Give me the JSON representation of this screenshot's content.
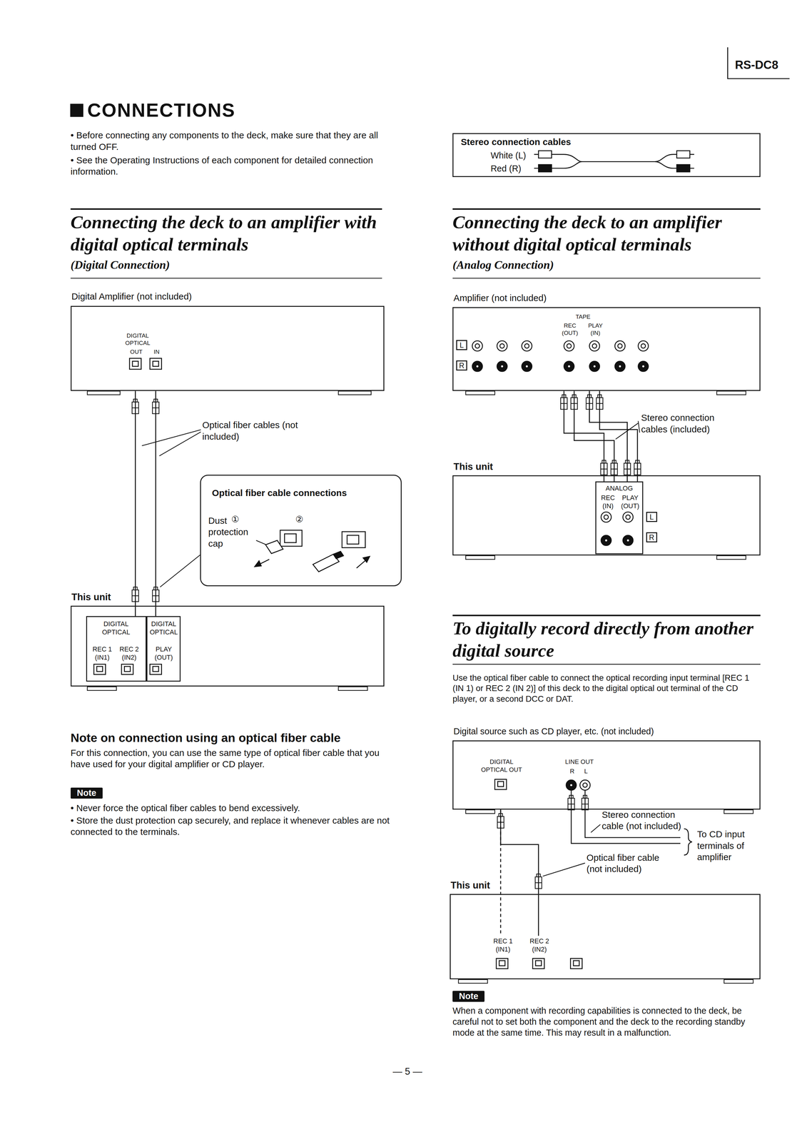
{
  "diagram": {
    "title": "CONNECTIONS",
    "nodes": [
      {
        "text": [
          "Stereo connection cables",
          "White (L)",
          "Red (R)"
        ]
      },
      {
        "text": [
          "Digital Amplifier (not included)",
          "DIGITAL OPTICAL",
          "OUT",
          "IN"
        ]
      },
      {
        "text": [
          "Optical fiber cable connections",
          "Dust protection cap"
        ]
      },
      {
        "text": [
          "This unit"
        ]
      },
      {
        "text": [
          "DIGITAL OPTICAL",
          "REC 1 (IN1)",
          "REC 2 (IN2)"
        ],
        "in": 3
      },
      {
        "text": [
          "DIGITAL OPTICAL",
          "PLAY (OUT)"
        ],
        "in": 3
      },
      {
        "text": [
          "Amplifier (not included)",
          "TAPE",
          "REC (OUT)",
          "PLAY (IN)"
        ]
      },
      {
        "text": [
          "This unit"
        ]
      },
      {
        "text": [
          "ANALOG",
          "REC (IN)",
          "PLAY (OUT)"
        ],
        "in": 7
      },
      {
        "text": [
          "Digital source such as CD player, etc. (not included)",
          "DIGITAL OPTICAL OUT",
          "LINE OUT",
          "R",
          "L"
        ]
      },
      {
        "text": [
          "This unit"
        ]
      },
      {
        "text": [
          "REC 1 (IN1)"
        ],
        "in": 10
      },
      {
        "text": [
          "REC 2 (IN2)"
        ],
        "in": 10
      }
    ],
    "edges": [
      {
        "from": 1,
        "to": 4,
        "arrow": "none"
      },
      {
        "from": 5,
        "to": 1,
        "arrow": "none"
      },
      {
        "from": 6,
        "to": 8,
        "arrow": "none"
      },
      {
        "from": 8,
        "to": 6,
        "arrow": "none"
      },
      {
        "from": 9,
        "to": 12,
        "arrow": "none"
      },
      {
        "from": 9,
        "to": 11,
        "arrow": "none"
      }
    ],
    "labels": [
      "RS-DC8",
      "• Before connecting any components to the deck, make sure that they are all turned OFF.",
      "• See the Operating Instructions of each component for detailed connection information.",
      "Connecting the deck to an amplifier with digital optical terminals",
      "(Digital Connection)",
      "Connecting the deck to an amplifier without digital optical terminals",
      "(Analog Connection)",
      "Optical fiber cables (not included)",
      "①",
      "②",
      "Note on connection using an optical fiber cable",
      "For this connection, you can use the same type of optical fiber cable that you have used for your digital amplifier or CD player.",
      "Note",
      "• Never force the optical fiber cables to bend excessively.",
      "• Store the dust protection cap securely, and replace it whenever cables are not connected to the terminals.",
      "Stereo connection cables (included)",
      "L",
      "R",
      "L",
      "R",
      "To digitally record directly from another digital source",
      "Use the optical fiber cable to connect the optical recording input terminal [REC 1 (IN 1) or REC 2 (IN 2)] of this deck to the digital optical out terminal of the CD player, or a second DCC or DAT.",
      "Stereo connection cable (not included)",
      "To CD input terminals of amplifier",
      "Optical fiber cable (not included)",
      "Note",
      "When a component with recording capabilities is connected to the deck, be careful not to set both the component and the deck to the recording standby mode at the same time. This may result in a malfunction.",
      "— 5 —"
    ]
  }
}
